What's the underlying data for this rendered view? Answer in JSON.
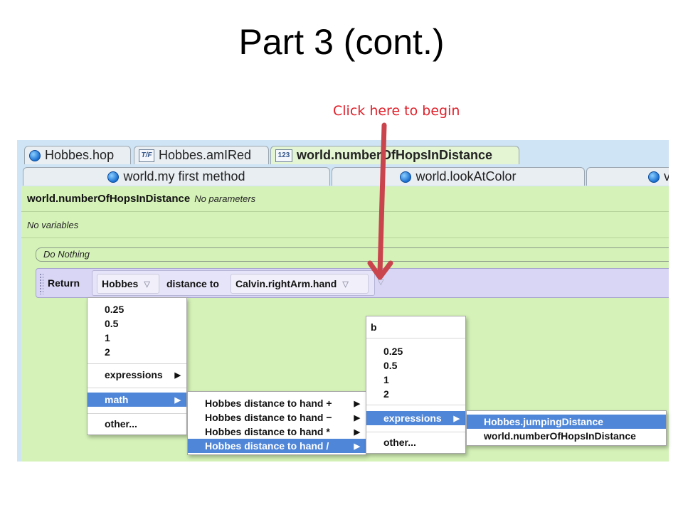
{
  "slide": {
    "title": "Part 3 (cont.)",
    "callout": "Click here to begin",
    "callout_color": "#e0202a",
    "arrow_color": "#c9444c"
  },
  "tabs_row1": [
    {
      "label": "Hobbes.hop",
      "icon": "method-ball-icon"
    },
    {
      "label": "Hobbes.amIRed",
      "icon": "boolean-tf-icon"
    },
    {
      "label": "world.numberOfHopsInDistance",
      "icon": "number-123-icon"
    }
  ],
  "tabs_row2": [
    {
      "label": "world.my first method",
      "icon": "method-ball-icon"
    },
    {
      "label": "world.lookAtColor",
      "icon": "method-ball-icon"
    },
    {
      "label": "v",
      "icon": "method-ball-icon"
    }
  ],
  "tf_glyph": "T/F",
  "num_glyph": "123",
  "editor": {
    "method_name": "world.numberOfHopsInDistance",
    "params": "No parameters",
    "variables": "No variables",
    "do_nothing": "Do Nothing",
    "return_label": "Return",
    "subject": "Hobbes",
    "distance_to": "distance to",
    "target": "Calvin.rightArm.hand",
    "dropdown_glyph": "▽",
    "colors": {
      "editor_bg": "#d5f2b8",
      "return_row_bg": "#d8d6f4",
      "selection": "#4f86d8"
    }
  },
  "menu_main": {
    "items": [
      "0.25",
      "0.5",
      "1",
      "2"
    ],
    "expressions": "expressions",
    "math": "math",
    "other": "other..."
  },
  "menu_math": {
    "items": [
      "Hobbes distance to hand +",
      "Hobbes distance to hand −",
      "Hobbes distance to hand *",
      "Hobbes distance to hand /"
    ]
  },
  "menu_b": {
    "header": "b",
    "items": [
      "0.25",
      "0.5",
      "1",
      "2"
    ],
    "expressions": "expressions",
    "other": "other..."
  },
  "menu_expr": {
    "items": [
      "Hobbes.jumpingDistance",
      "world.numberOfHopsInDistance"
    ]
  },
  "submenu_glyph": "▶"
}
